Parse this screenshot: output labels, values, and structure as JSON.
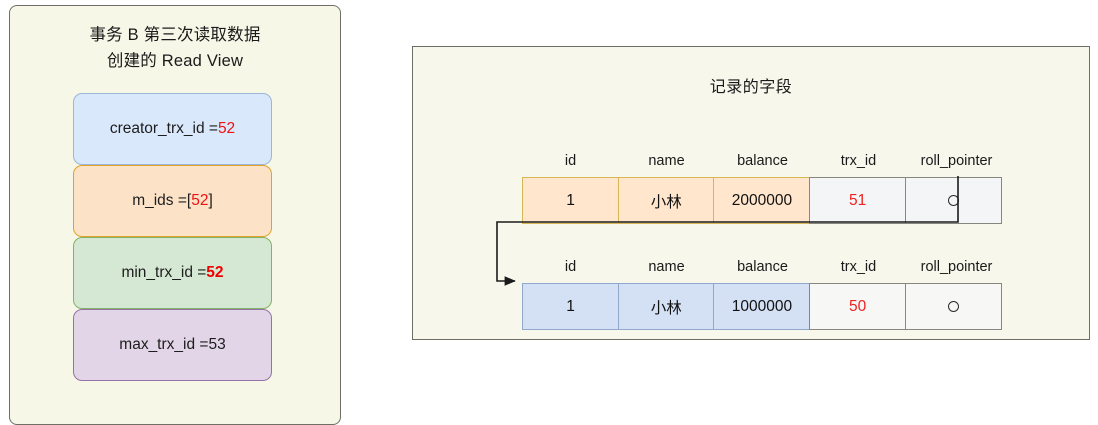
{
  "left_panel": {
    "title": "事务 B 第三次读取数据\n创建的 Read View",
    "fields": [
      {
        "name": "creator_trx_id",
        "label": "creator_trx_id = ",
        "value": "52",
        "open": "",
        "close": "",
        "style": "red",
        "color": "#dae8fc"
      },
      {
        "name": "m_ids",
        "label": "m_ids = ",
        "value": "52",
        "open": "[",
        "close": "]",
        "style": "red",
        "color": "#fce3c8"
      },
      {
        "name": "min_trx_id",
        "label": "min_trx_id = ",
        "value": "52",
        "open": "",
        "close": "",
        "style": "red-bold",
        "color": "#d5e8d4"
      },
      {
        "name": "max_trx_id",
        "label": "max_trx_id = ",
        "value": "53",
        "open": "",
        "close": "",
        "style": "dark",
        "color": "#e1d5e7"
      }
    ]
  },
  "right_panel": {
    "title": "记录的字段",
    "columns": [
      "id",
      "name",
      "balance",
      "trx_id",
      "roll_pointer"
    ],
    "records": [
      {
        "id": "1",
        "name": "小林",
        "balance": "2000000",
        "trx_id": "51",
        "roll_pointer_icon": "hollow-circle-icon"
      },
      {
        "id": "1",
        "name": "小林",
        "balance": "1000000",
        "trx_id": "50",
        "roll_pointer_icon": "hollow-circle-icon"
      }
    ]
  },
  "colors": {
    "panel_bg": "#f7f7e8",
    "panel_border": "#6e6e66",
    "accent_red": "#ee1111",
    "blue_fill": "#dae8fc",
    "orange_fill": "#fce3c8",
    "green_fill": "#d5e8d4",
    "purple_fill": "#e1d5e7"
  }
}
